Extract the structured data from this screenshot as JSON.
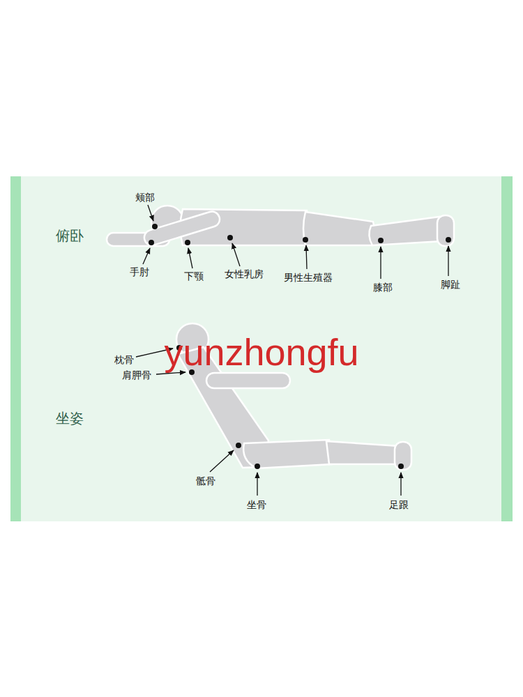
{
  "diagram": {
    "labels": [
      "俯卧",
      "颊部",
      "手肘",
      "下颚",
      "女性乳房",
      "男性生殖器",
      "膝部",
      "脚趾",
      "yunzhongfu",
      "枕骨",
      "肩胛骨",
      "坐姿",
      "骶骨",
      "坐骨",
      "足跟"
    ]
  }
}
